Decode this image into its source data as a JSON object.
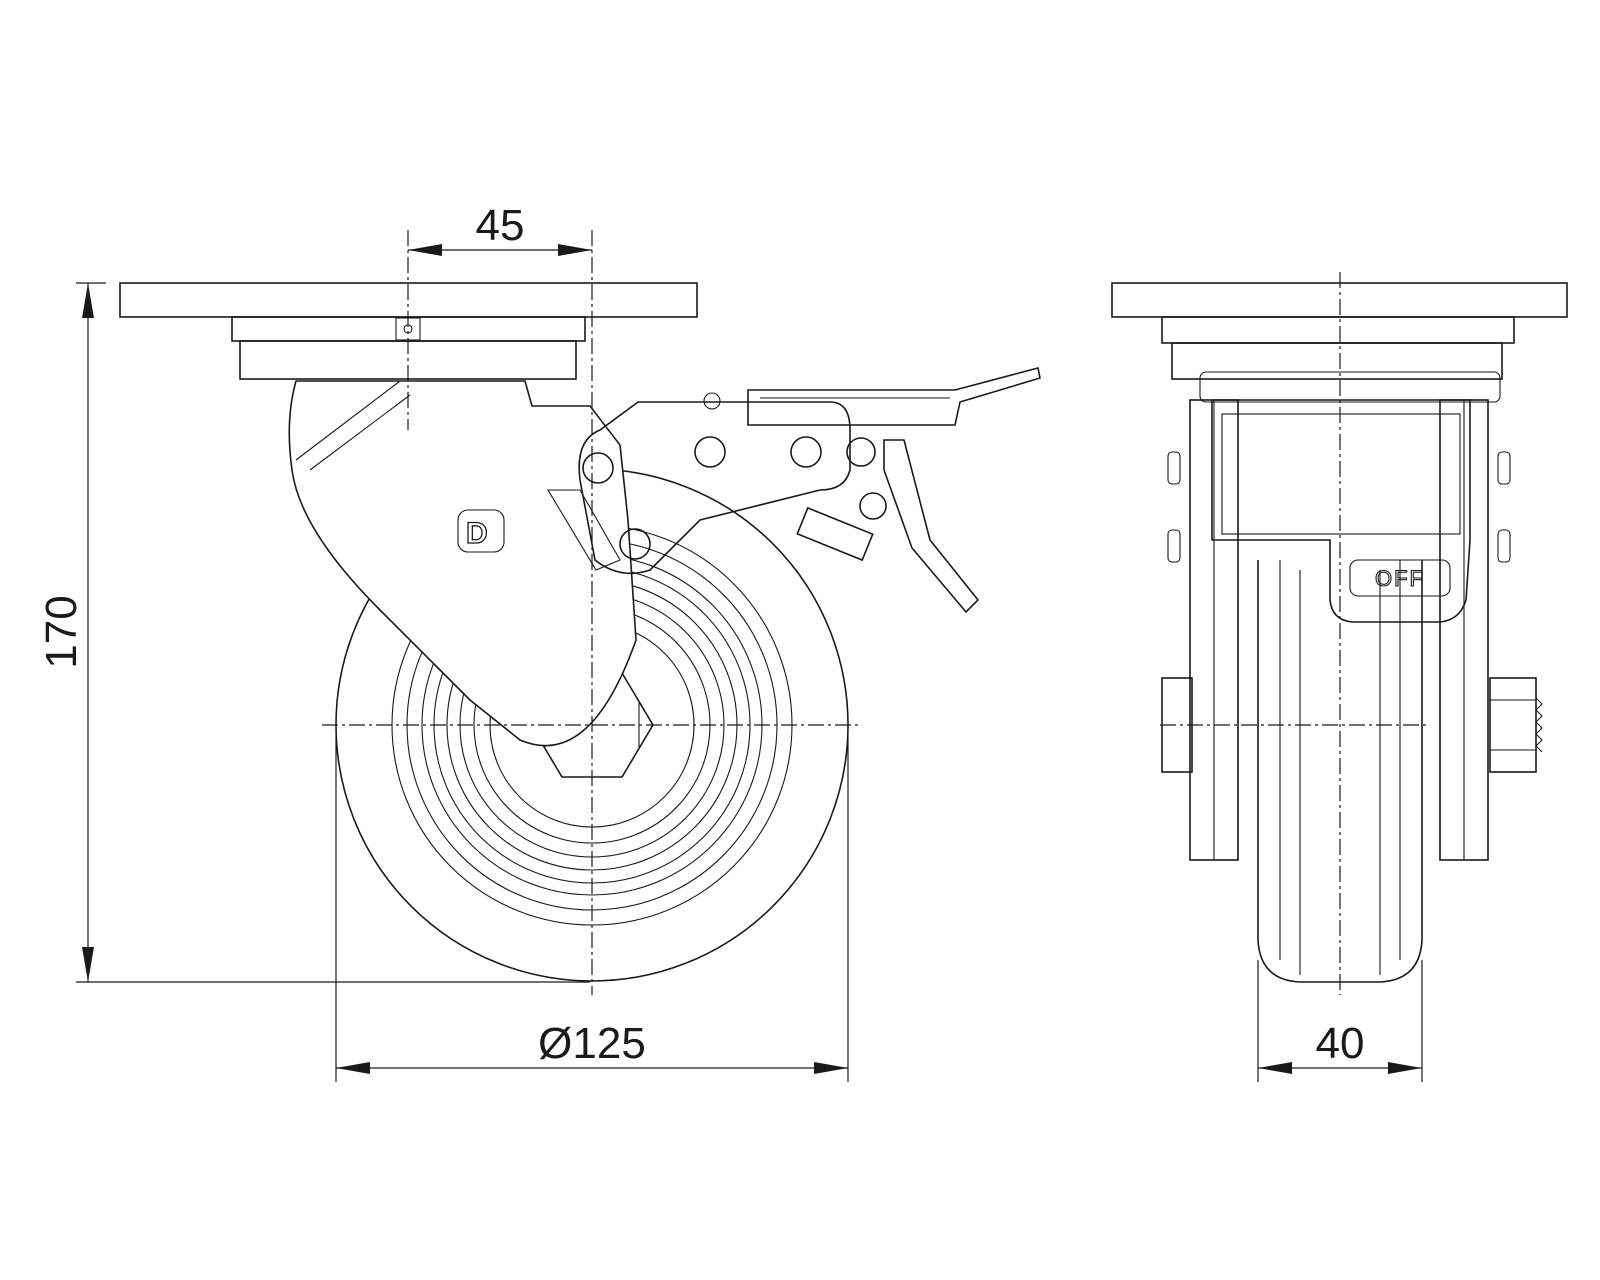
{
  "dimensions": {
    "offset": "45",
    "height": "170",
    "diameter": "Ø125",
    "width": "40"
  },
  "labels": {
    "brake_state": "OFF",
    "logo_mark": "D"
  },
  "colors": {
    "line": "#1a1a1a",
    "background": "#ffffff"
  }
}
